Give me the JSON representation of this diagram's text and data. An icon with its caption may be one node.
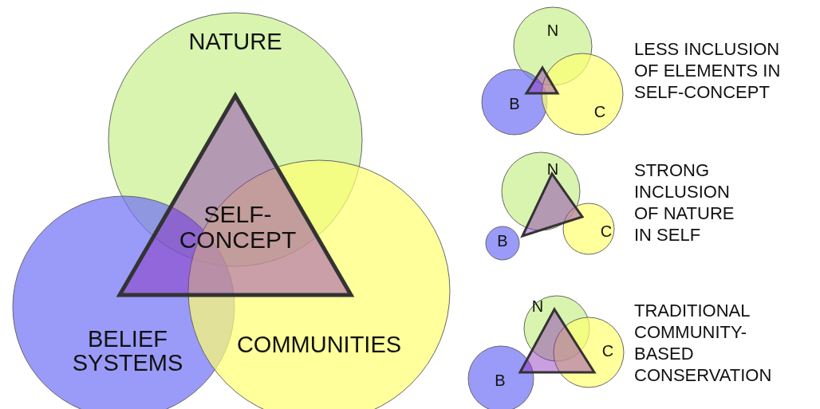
{
  "diagram": {
    "nodes": [
      {
        "text": [
          "NATURE"
        ]
      },
      {
        "text": [
          "SELF- CONCEPT"
        ]
      },
      {
        "text": [
          "BELIEF SYSTEMS"
        ]
      },
      {
        "text": [
          "COMMUNITIES"
        ]
      },
      {
        "text": [
          "N"
        ]
      },
      {
        "text": [],
        "shape": "triangle"
      },
      {
        "text": [
          "B"
        ]
      },
      {
        "text": [
          "C"
        ]
      },
      {
        "text": [
          "N"
        ]
      },
      {
        "text": [],
        "shape": "triangle"
      },
      {
        "text": [
          "B"
        ]
      },
      {
        "text": [
          "C"
        ]
      },
      {
        "text": [
          "N"
        ]
      },
      {
        "text": [],
        "shape": "triangle"
      },
      {
        "text": [
          "B"
        ]
      },
      {
        "text": [
          "C"
        ]
      }
    ],
    "labels": [
      "LESS INCLUSION OF ELEMENTS IN SELF-CONCEPT",
      "STRONG INCLUSION OF NATURE IN SELF",
      "TRADITIONAL COMMUNITY-BASED CONSERVATION"
    ]
  }
}
